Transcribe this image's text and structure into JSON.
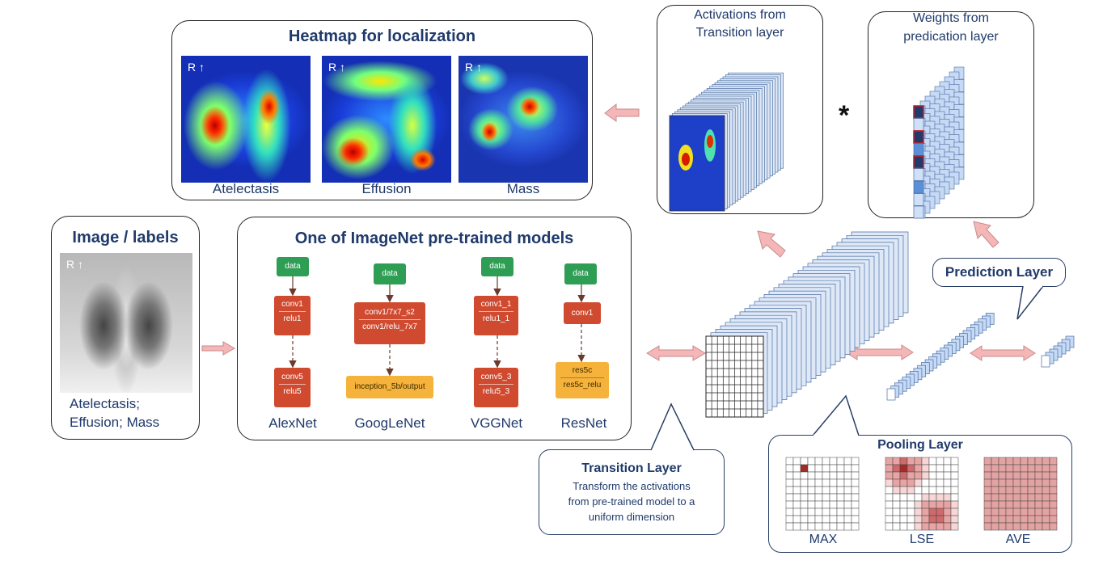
{
  "heatmap_panel": {
    "title": "Heatmap for localization",
    "labels": [
      "Atelectasis",
      "Effusion",
      "Mass"
    ]
  },
  "activations_panel": {
    "title_line1": "Activations from",
    "title_line2": "Transition layer"
  },
  "weights_panel": {
    "title_line1": "Weights from",
    "title_line2": "predication layer"
  },
  "multiply_symbol": "*",
  "image_panel": {
    "title": "Image / labels",
    "labels_line1": "Atelectasis;",
    "labels_line2": "Effusion; Mass"
  },
  "models_panel": {
    "title": "One of ImageNet pre-trained models",
    "models": [
      {
        "name": "AlexNet",
        "input": "data",
        "top": [
          "conv1",
          "relu1"
        ],
        "bottom": [
          "conv5",
          "relu5"
        ]
      },
      {
        "name": "GoogLeNet",
        "input": "data",
        "top": [
          "conv1/7x7_s2",
          "conv1/relu_7x7"
        ],
        "bottom": [
          "inception_5b/output"
        ]
      },
      {
        "name": "VGGNet",
        "input": "data",
        "top": [
          "conv1_1",
          "relu1_1"
        ],
        "bottom": [
          "conv5_3",
          "relu5_3"
        ]
      },
      {
        "name": "ResNet",
        "input": "data",
        "top": [
          "conv1"
        ],
        "bottom": [
          "res5c",
          "res5c_relu"
        ]
      }
    ]
  },
  "prediction_callout": {
    "title": "Prediction Layer"
  },
  "transition_callout": {
    "title": "Transition Layer",
    "line1": "Transform the activations",
    "line2": "from pre-trained model to a",
    "line3": "uniform dimension"
  },
  "pooling_panel": {
    "title": "Pooling Layer",
    "labels": [
      "MAX",
      "LSE",
      "AVE"
    ]
  },
  "colors": {
    "title_blue": "#1f3a6b",
    "arrow_pink": "#f4b6b6",
    "node_green": "#2e9e55",
    "node_red": "#d04a30",
    "node_yellow": "#f6b33c",
    "pool_red": "#a52a2a"
  }
}
